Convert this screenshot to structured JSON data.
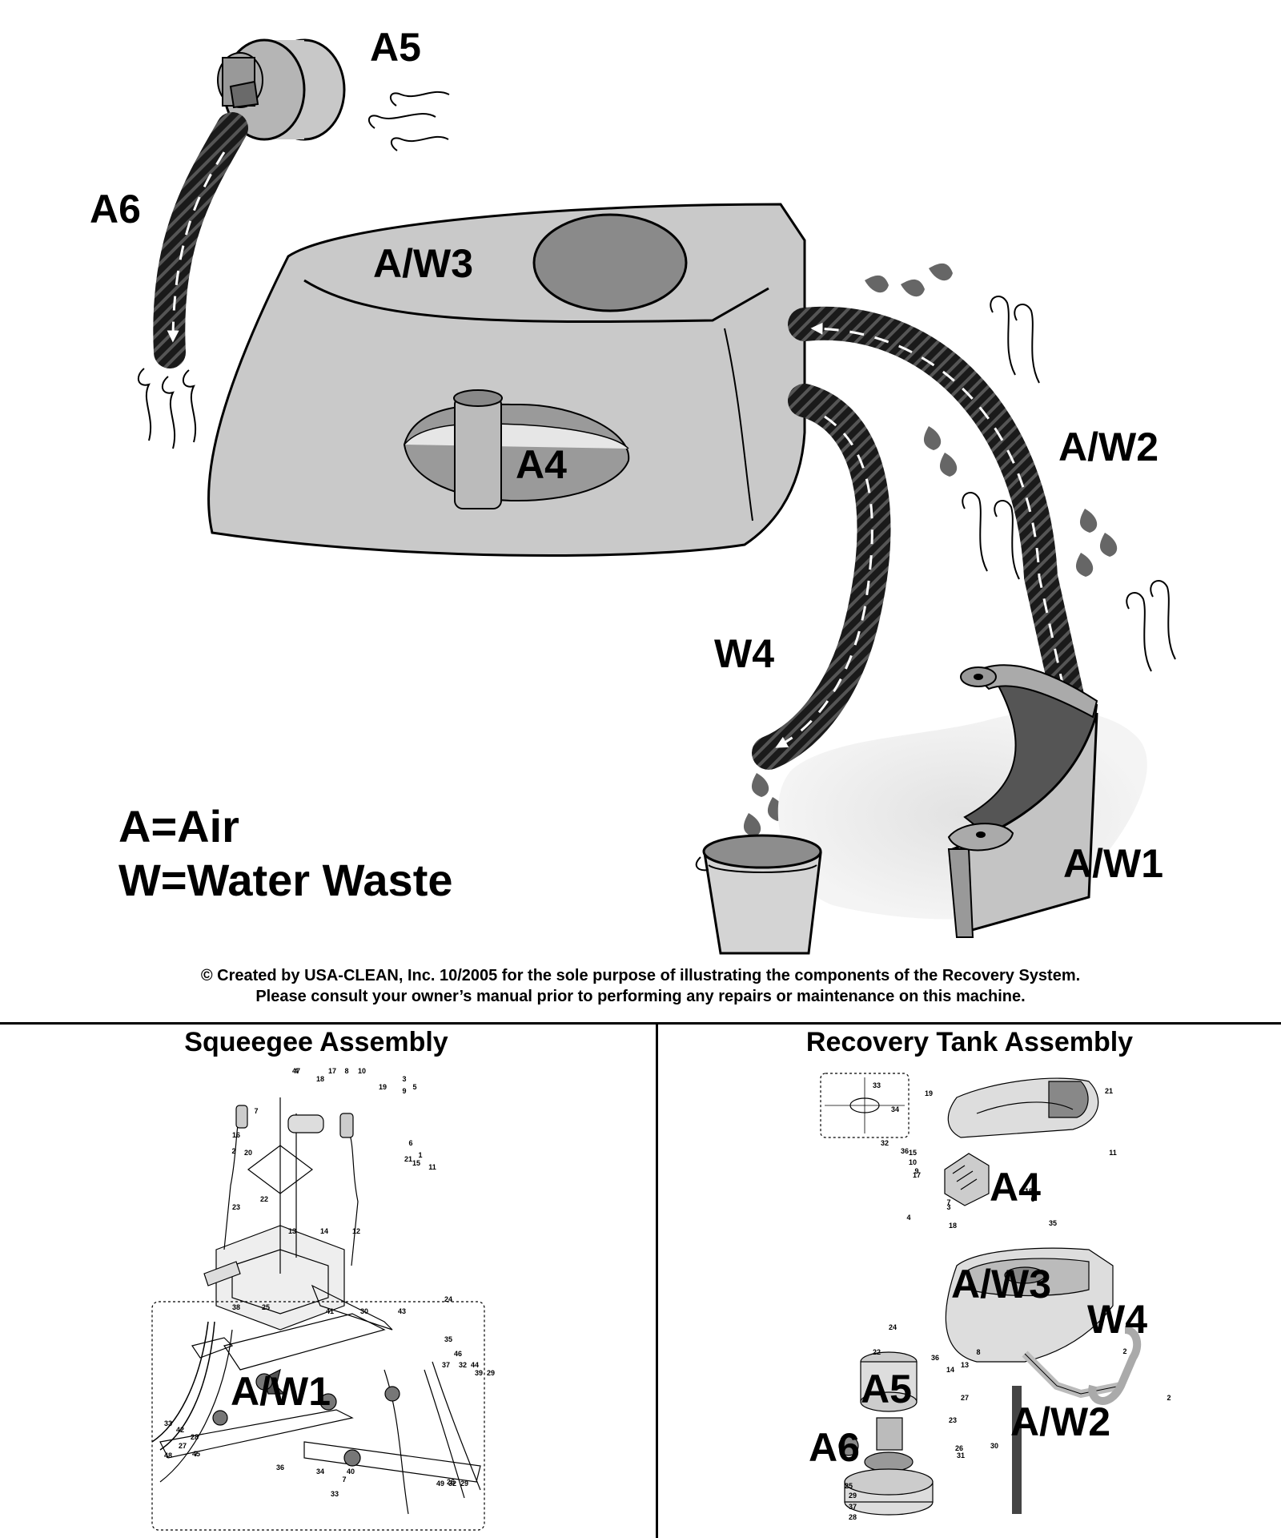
{
  "labels": {
    "a5": "A5",
    "a6": "A6",
    "aw3": "A/W3",
    "a4": "A4",
    "aw2": "A/W2",
    "w4": "W4",
    "aw1": "A/W1"
  },
  "legend": {
    "air": "A=Air",
    "water": "W=Water Waste"
  },
  "copyright": {
    "line1": "© Created by USA-CLEAN, Inc. 10/2005 for the sole purpose of illustrating the components of the Recovery System.",
    "line2": "Please consult your owner’s manual prior to performing any repairs or maintenance on this machine."
  },
  "panels": {
    "squeegee": {
      "title": "Squeegee Assembly",
      "overlay": "A/W1",
      "part_numbers": [
        "4",
        "18",
        "17",
        "8",
        "10",
        "19",
        "3",
        "9",
        "5",
        "7",
        "16",
        "2",
        "20",
        "6",
        "1",
        "21",
        "11",
        "23",
        "22",
        "15",
        "13",
        "14",
        "12",
        "24",
        "38",
        "25",
        "41",
        "30",
        "43",
        "35",
        "46",
        "37",
        "32",
        "44",
        "39",
        "29",
        "33",
        "42",
        "28",
        "45",
        "27",
        "48",
        "7",
        "36",
        "34",
        "7",
        "40",
        "26",
        "49",
        "32",
        "29",
        "33",
        "47"
      ]
    },
    "recovery": {
      "title": "Recovery Tank Assembly",
      "overlays": {
        "a4": "A4",
        "aw3": "A/W3",
        "w4": "W4",
        "a5": "A5",
        "a6": "A6",
        "aw2": "A/W2"
      },
      "part_numbers": [
        "33",
        "34",
        "32",
        "19",
        "21",
        "36",
        "15",
        "11",
        "10",
        "9",
        "17",
        "12",
        "16",
        "6",
        "7",
        "3",
        "4",
        "18",
        "35",
        "24",
        "22",
        "36",
        "8",
        "13",
        "14",
        "2",
        "2",
        "27",
        "23",
        "26",
        "30",
        "31",
        "25",
        "29",
        "37",
        "28"
      ]
    }
  }
}
